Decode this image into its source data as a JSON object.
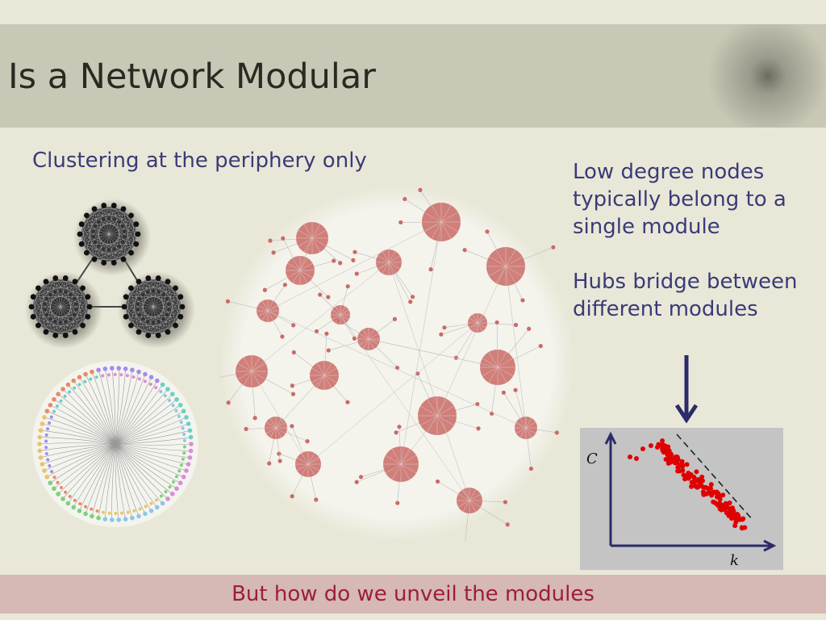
{
  "slide": {
    "title": "Is a Network Modular",
    "subtitle": "Clustering at the periphery only",
    "notes": [
      "Low degree nodes typically belong to a single module",
      "Hubs bridge between different modules"
    ],
    "footer": "But how do we unveil the modules"
  },
  "ck_plot": {
    "y_axis_label": "C",
    "x_axis_label": "k"
  },
  "colors": {
    "title_bar": "#c9c8b6",
    "text_blue": "#3b3a78",
    "footer_bg": "#d6b8b5",
    "footer_text": "#9c1d3e",
    "node_red": "#c96a66",
    "point_red": "#e00000",
    "arrow": "#2b2a6a"
  }
}
